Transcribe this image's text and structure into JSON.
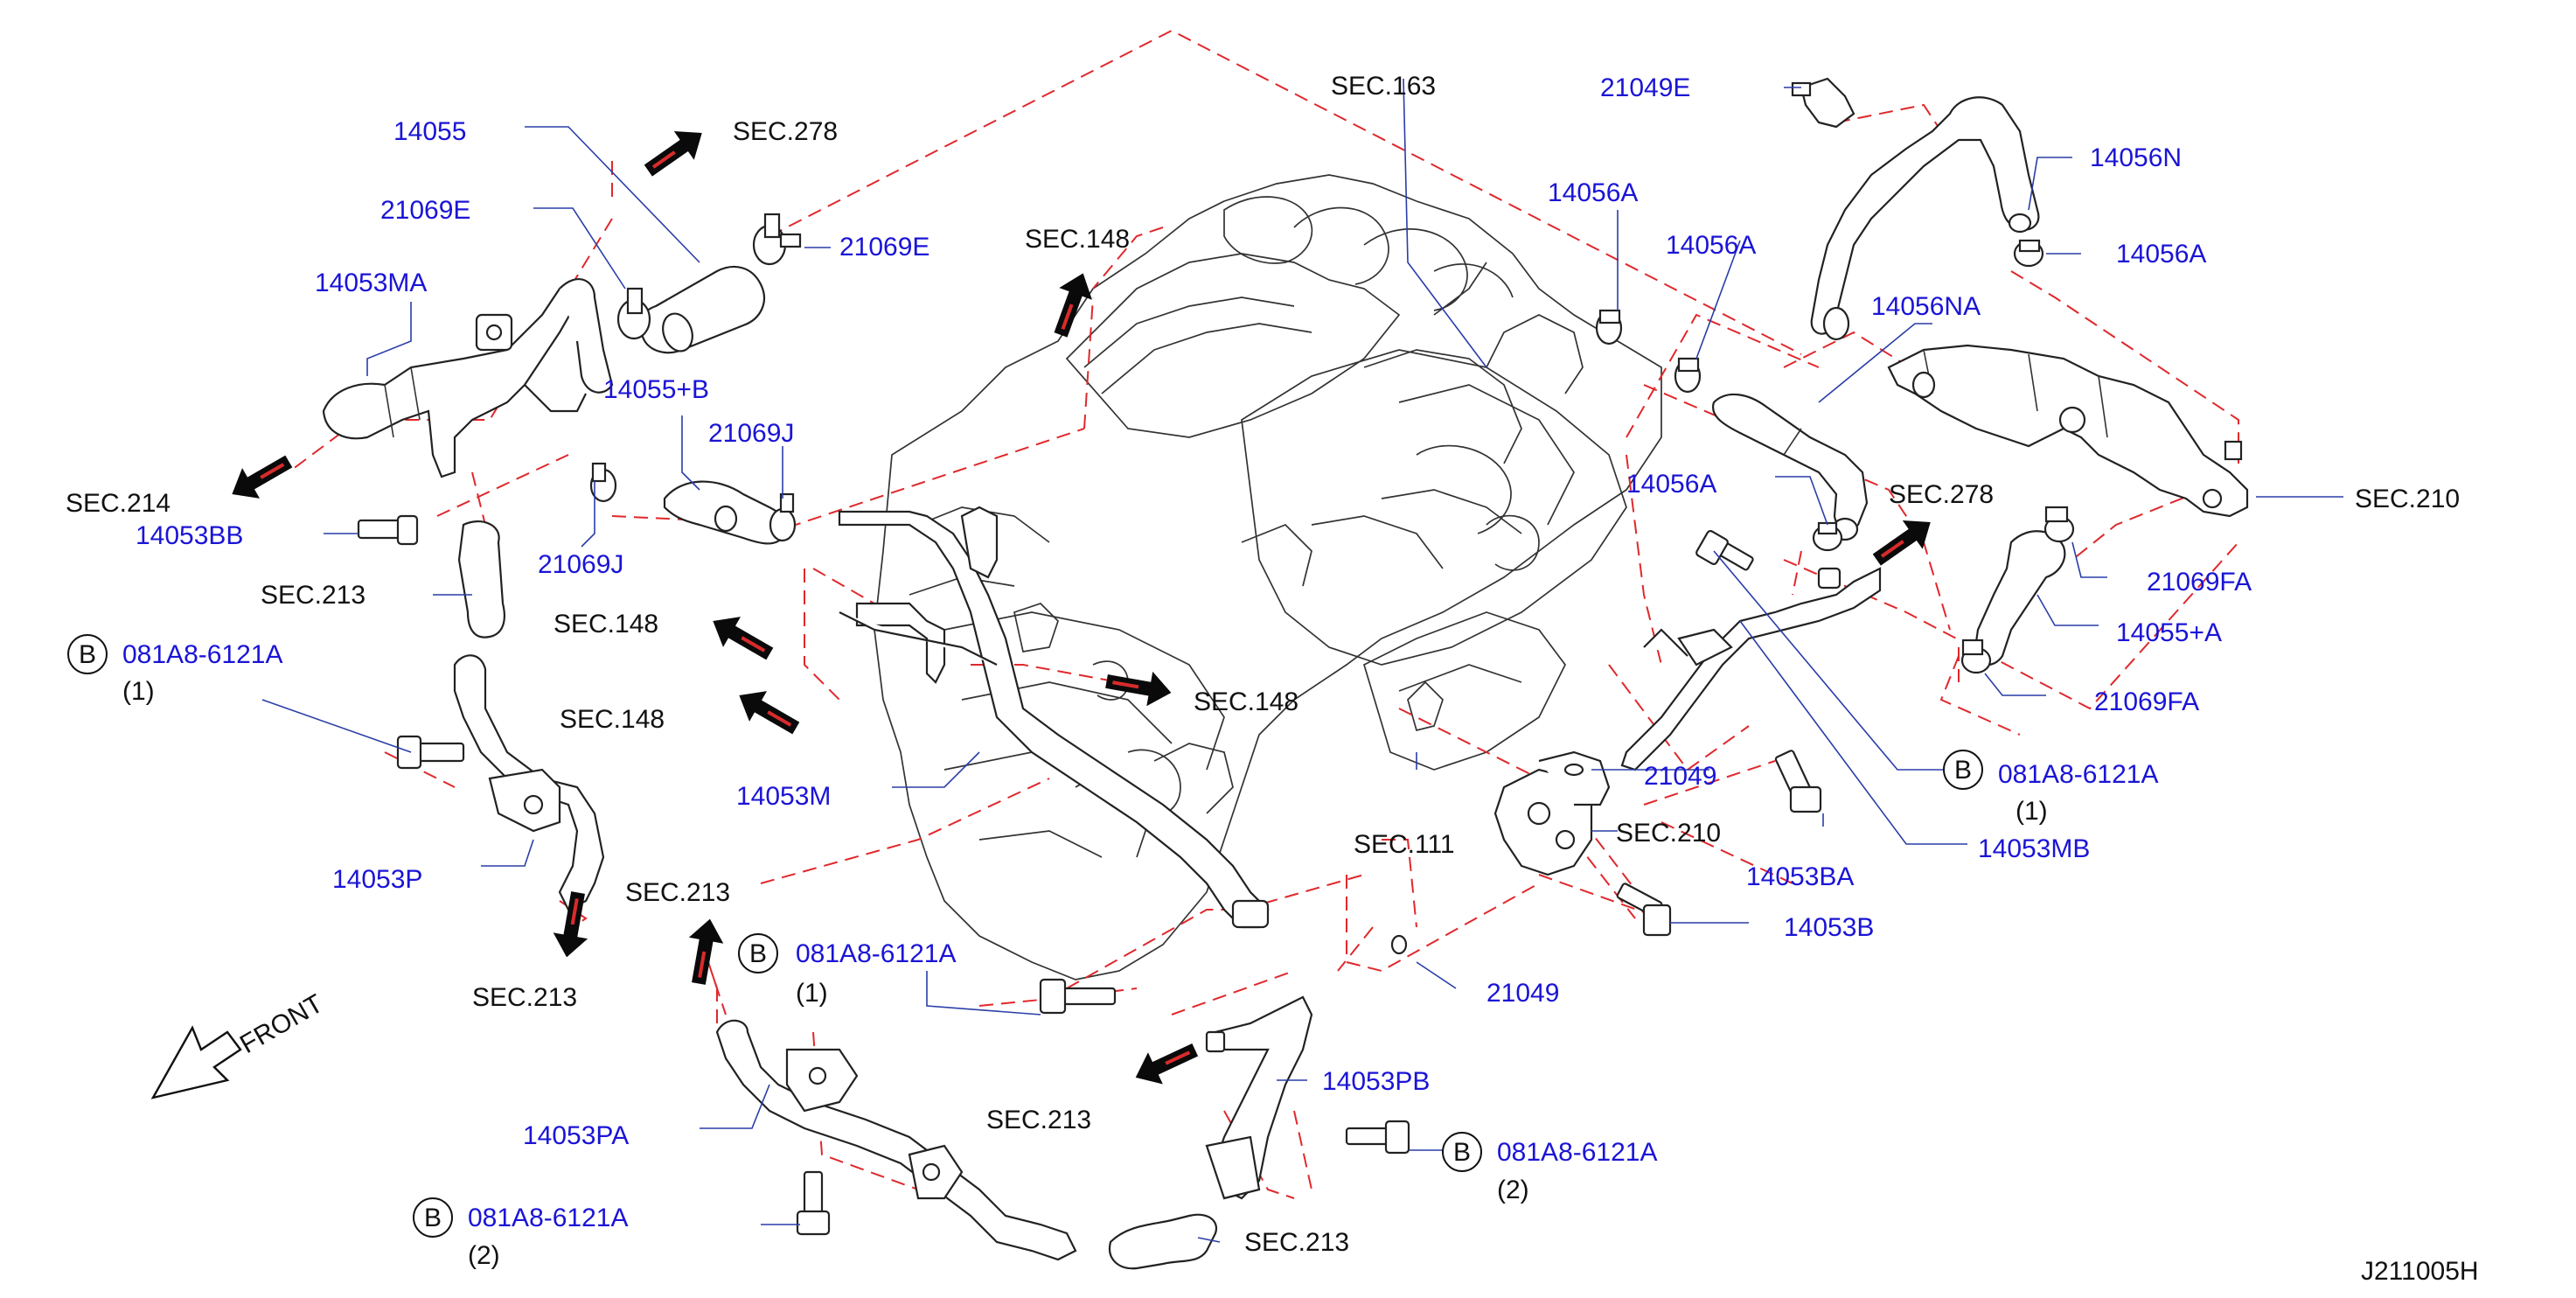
{
  "diagram": {
    "code": "J211005H",
    "front_label": "FRONT",
    "part_labels": {
      "p14055": "14055",
      "p21069E_a": "21069E",
      "p21069E_b": "21069E",
      "p14053MA": "14053MA",
      "p14055B": "14055+B",
      "p21069J_a": "21069J",
      "p21069J_b": "21069J",
      "p14053BB": "14053BB",
      "p081_1": "081A8-6121A",
      "p081_2": "081A8-6121A",
      "p081_3": "081A8-6121A",
      "p081_4": "081A8-6121A",
      "p081_5": "081A8-6121A",
      "p14053M": "14053M",
      "p14053P": "14053P",
      "p14053PA": "14053PA",
      "p14053PB": "14053PB",
      "p21049E": "21049E",
      "p14056N": "14056N",
      "p14056A_a": "14056A",
      "p14056A_b": "14056A",
      "p14056A_c": "14056A",
      "p14056A_d": "14056A",
      "p14056NA": "14056NA",
      "p21069FA_a": "21069FA",
      "p21069FA_b": "21069FA",
      "p14055A": "14055+A",
      "p21049_a": "21049",
      "p21049_b": "21049",
      "p14053BA": "14053BA",
      "p14053MB": "14053MB",
      "p14053B": "14053B"
    },
    "qty": {
      "q1": "(1)",
      "q2": "(1)",
      "q3": "(1)",
      "q4": "(2)",
      "q5": "(2)"
    },
    "circle_letter": "B",
    "section_labels": {
      "s278_top": "SEC.278",
      "s163": "SEC.163",
      "s148_top": "SEC.148",
      "s214": "SEC.214",
      "s213_left": "SEC.213",
      "s148_l1": "SEC.148",
      "s148_l2": "SEC.148",
      "s148_mid": "SEC.148",
      "s278_right": "SEC.278",
      "s210_right": "SEC.210",
      "s111": "SEC.111",
      "s210_mid": "SEC.210",
      "s213_mid": "SEC.213",
      "s213_low": "SEC.213",
      "s213_pb": "SEC.213",
      "s213_bottom": "SEC.213"
    }
  }
}
